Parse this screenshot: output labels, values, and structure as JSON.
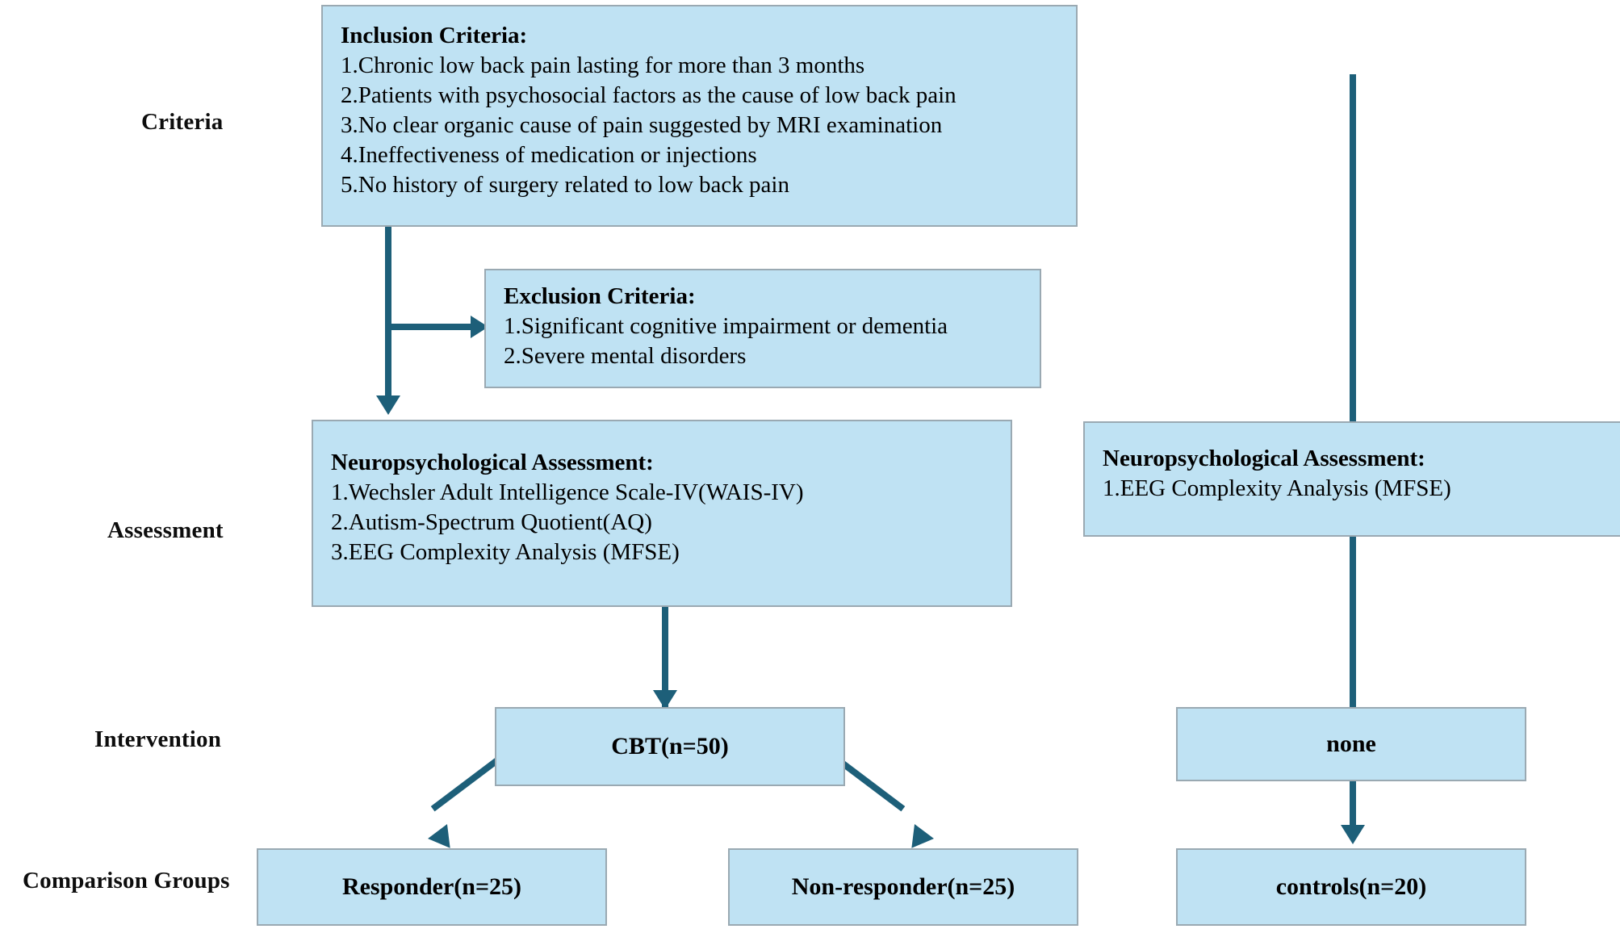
{
  "figure": {
    "type": "study-flowchart",
    "fill_color": "#bfe2f3",
    "border_color": "#9aa9b2",
    "connector_color": "#1d5f79"
  },
  "row_labels": [
    {
      "id": "criteria",
      "label": "Criteria"
    },
    {
      "id": "assessment",
      "label": "Assessment"
    },
    {
      "id": "intervention",
      "label": "Intervention"
    },
    {
      "id": "comparison-groups",
      "label": "Comparison Groups"
    }
  ],
  "inclusion": {
    "title": "Inclusion Criteria:",
    "items": [
      "1.Chronic low back pain lasting for more than 3 months",
      "2.Patients with psychosocial factors as the cause of low back pain",
      "3.No clear organic cause of pain suggested by MRI examination",
      "4.Ineffectiveness of medication or injections",
      "5.No history of surgery related to low back pain"
    ]
  },
  "exclusion": {
    "title": "Exclusion Criteria:",
    "items": [
      "1.Significant cognitive impairment or dementia",
      "2.Severe mental disorders"
    ]
  },
  "assessment_patients": {
    "title": "Neuropsychological Assessment:",
    "items": [
      "1.Wechsler Adult Intelligence Scale-IV(WAIS-IV)",
      "2.Autism-Spectrum Quotient(AQ)",
      "3.EEG Complexity Analysis (MFSE)"
    ]
  },
  "assessment_controls": {
    "title": "Neuropsychological Assessment:",
    "items": [
      "1.EEG Complexity Analysis (MFSE)"
    ]
  },
  "intervention": {
    "patients": "CBT(n=50)",
    "controls": "none"
  },
  "comparison_groups": {
    "responder": "Responder(n=25)",
    "non_responder": "Non-responder(n=25)",
    "controls": "controls(n=20)"
  }
}
